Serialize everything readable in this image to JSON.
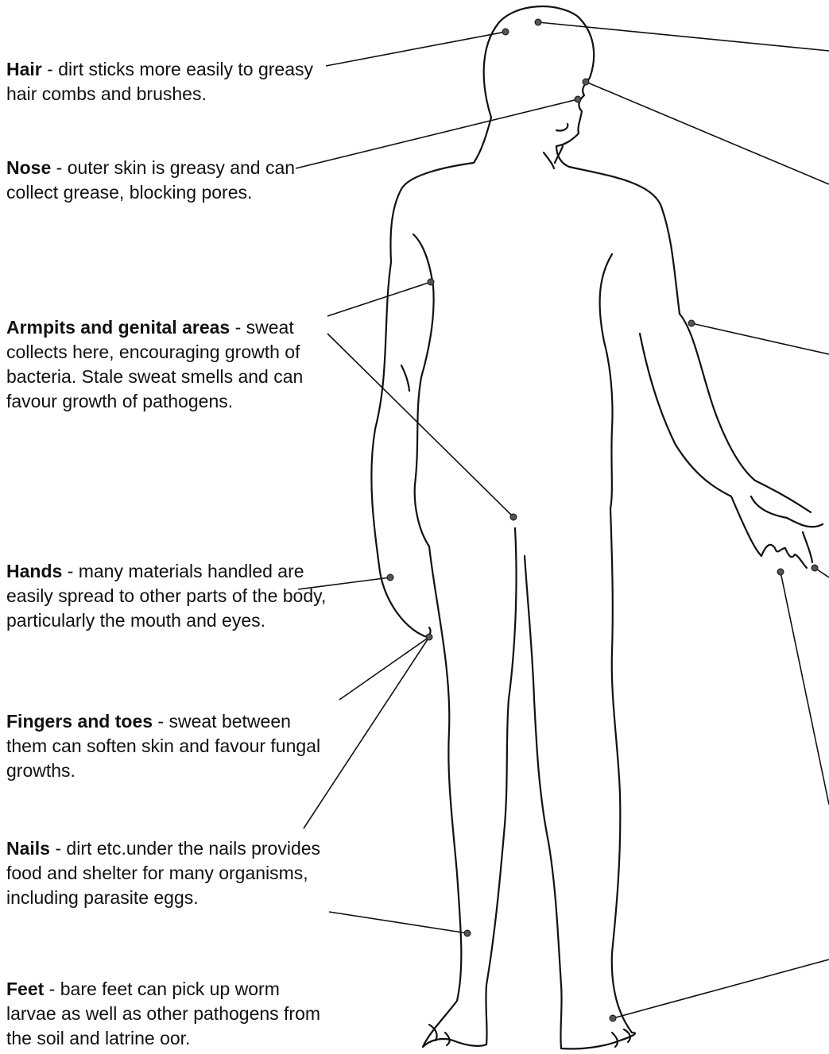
{
  "labels": [
    {
      "id": "hair",
      "term": "Hair",
      "description": " - dirt sticks more easily to greasy hair combs and brushes."
    },
    {
      "id": "nose",
      "term": "Nose",
      "description": " - outer skin is greasy and can collect grease, blocking pores."
    },
    {
      "id": "armpits",
      "term": "Armpits and genital areas",
      "description": " - sweat collects here, encouraging growth of bacteria. Stale sweat smells and can favour growth of pathogens."
    },
    {
      "id": "hands",
      "term": "Hands",
      "description": " - many materials handled are easily spread to other parts of the body, particularly the mouth and eyes."
    },
    {
      "id": "fingers",
      "term": "Fingers and toes",
      "description": " - sweat between them can soften skin and favour fungal growths."
    },
    {
      "id": "nails",
      "term": "Nails",
      "description": " - dirt etc.under the nails provides food and shelter for many organisms, including parasite eggs."
    },
    {
      "id": "feet",
      "term": "Feet",
      "description": " - bare feet can pick up worm larvae as well as other pathogens from the soil and latrine   oor."
    }
  ],
  "colors": {
    "text": "#111111",
    "line": "#111111",
    "dot": "#555555",
    "background": "#ffffff"
  }
}
